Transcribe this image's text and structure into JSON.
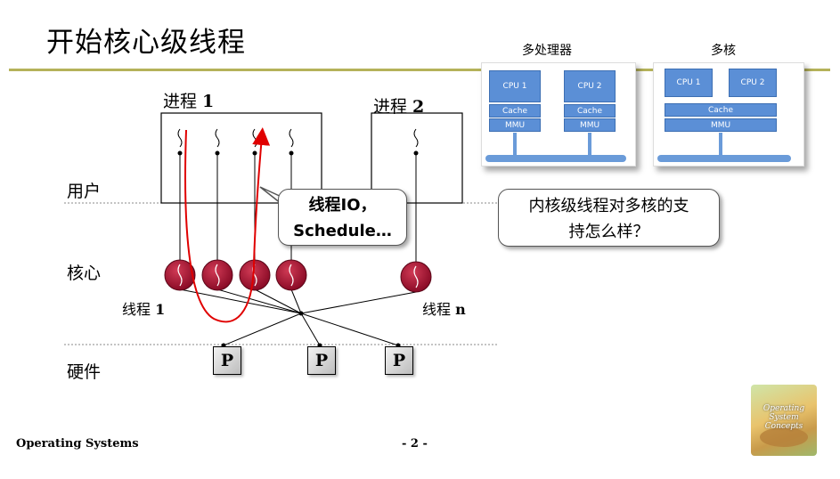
{
  "slide": {
    "title": "开始核心级线程",
    "layers": {
      "user": "用户",
      "kernel": "核心",
      "hardware": "硬件"
    },
    "process1": {
      "prefix": "进程 ",
      "num": "1"
    },
    "process2": {
      "prefix": "进程 ",
      "num": "2"
    },
    "thread1": {
      "prefix": "线程 ",
      "num": "1"
    },
    "threadn": {
      "prefix": "线程 ",
      "num": "n"
    },
    "processors": [
      "P",
      "P",
      "P"
    ],
    "callout_io": {
      "line1": "线程IO，",
      "line2": "Schedule…"
    },
    "callout_question": {
      "line1": "内核级线程对多核的支",
      "line2": "持怎么样？"
    },
    "footer": {
      "course": "Operating Systems",
      "page": "- 2 -"
    }
  },
  "multiprocessor": {
    "title": "多处理器",
    "cpu1": "CPU 1",
    "cpu2": "CPU 2",
    "cache": "Cache",
    "mmu": "MMU"
  },
  "multicore": {
    "title": "多核",
    "cpu1": "CPU 1",
    "cpu2": "CPU 2",
    "cache": "Cache",
    "mmu": "MMU"
  },
  "logo": {
    "text": "Operating System Concepts",
    "bg_color": "#e9c36c"
  },
  "colors": {
    "accent_rule": "#b5b25a",
    "thread_node": "#9c1030",
    "red_arrow": "#e00000",
    "block_blue": "#5b8fd6"
  }
}
